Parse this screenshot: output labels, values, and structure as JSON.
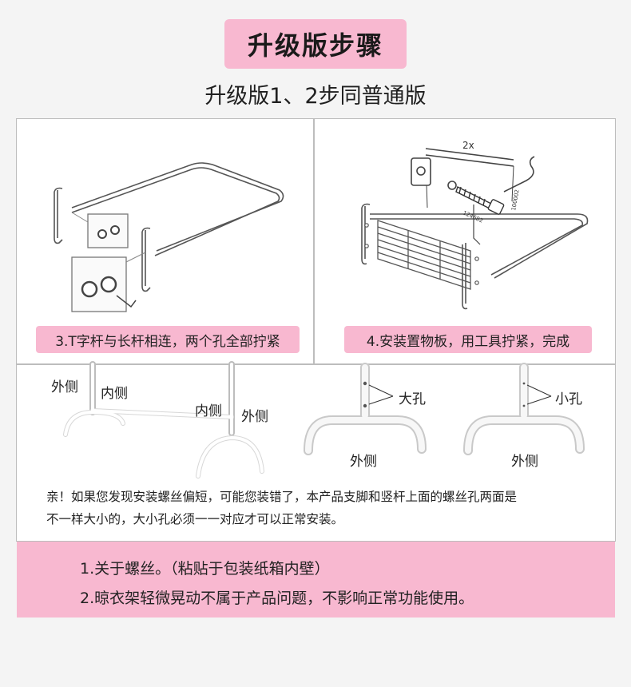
{
  "header": {
    "title": "升级版步骤",
    "subtitle": "升级版1、2步同普通版"
  },
  "steps": [
    {
      "label": "3.T字杆与长杆相连，两个孔全部拧紧"
    },
    {
      "label": "4.安装置物板，用工具拧紧，完成"
    }
  ],
  "diagram_text": {
    "count": "2x",
    "part_a": "124682",
    "part_b": "100002"
  },
  "labels": {
    "outer_left": "外侧",
    "inner_left": "内侧",
    "inner_right": "内侧",
    "outer_right": "外侧",
    "big_hole": "大孔",
    "small_hole": "小孔",
    "outer_big": "外侧",
    "outer_small": "外侧"
  },
  "notice": {
    "line1": "亲！如果您发现安装螺丝偏短，可能您装错了，本产品支脚和竖杆上面的螺丝孔两面是",
    "line2": "不一样大小的，大小孔必须一一对应才可以正常安装。"
  },
  "tips": {
    "tip1": "1.关于螺丝。（粘贴于包装纸箱内壁）",
    "tip2": "2.晾衣架轻微晃动不属于产品问题，不影响正常功能使用。"
  }
}
